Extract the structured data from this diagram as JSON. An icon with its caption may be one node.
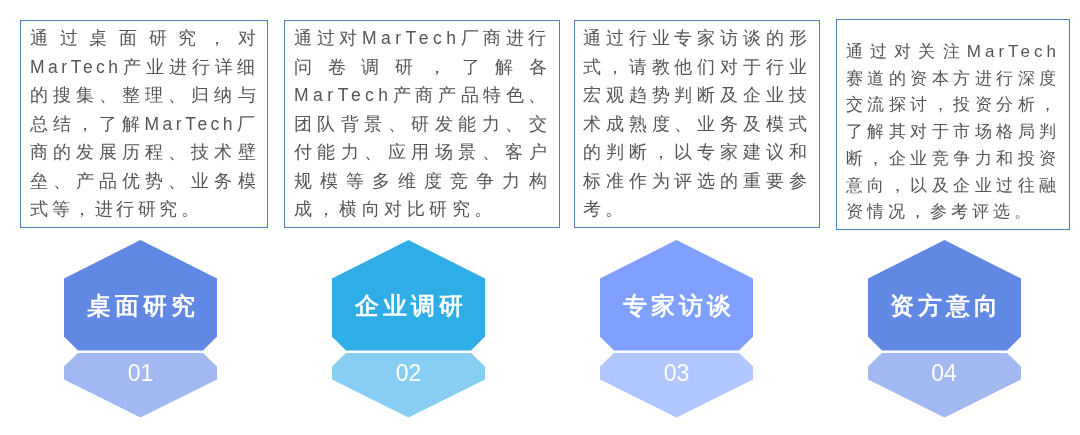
{
  "diagram": {
    "nodes": [
      {
        "text": [
          "通过桌面研究，对MarTech产业进行详细的搜集、整理、归纳与总结，了解MarTech厂商的发展历程、技术壁垒、产品优势、业务模式等，进行研究。"
        ]
      },
      {
        "text": [
          "通过对MarTech厂商进行问卷调研，了解各MarTech产商产品特色、团队背景、研发能力、交付能力、应用场景、客户规模等多维度竞争力构成，横向对比研究。"
        ]
      },
      {
        "text": [
          "通过行业专家访谈的形式，请教他们对于行业宏观趋势判断及企业技术成熟度、业务及模式的判断，以专家建议和标准作为评选的重要参考。"
        ]
      },
      {
        "text": [
          "通过对关注MarTech赛道的资本方进行深度交流探讨，投资分析，了解其对于市场格局判断，企业竞争力和投资意向，以及企业过往融资情况，参考评选。"
        ]
      },
      {
        "text": [
          "桌面研究"
        ]
      },
      {
        "text": [
          "企业调研"
        ]
      },
      {
        "text": [
          "专家访谈"
        ]
      },
      {
        "text": [
          "资方意向"
        ]
      },
      {
        "text": [
          "01"
        ]
      },
      {
        "text": [
          "02"
        ]
      },
      {
        "text": [
          "03"
        ]
      },
      {
        "text": [
          "04"
        ]
      }
    ]
  }
}
